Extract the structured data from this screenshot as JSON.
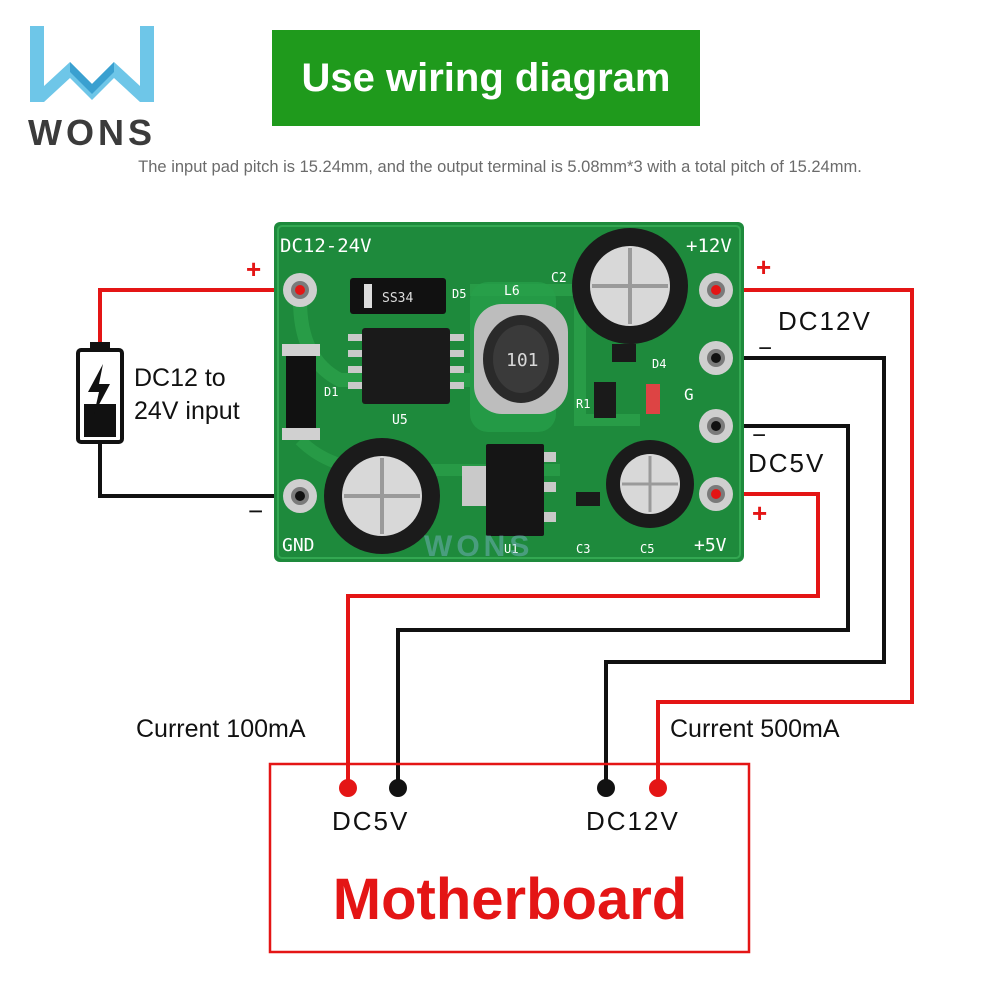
{
  "brand": {
    "logo_text": "WONS",
    "logo_icon": "wons-w-logo",
    "accent": "#6ec6e8"
  },
  "header": {
    "title": "Use wiring diagram",
    "title_bg": "#1f9a1c",
    "subtitle": "The input pad pitch is 15.24mm, and the output terminal is 5.08mm*3 with a total pitch of 15.24mm."
  },
  "board": {
    "label_input": "DC12-24V",
    "label_gnd": "GND",
    "label_out12": "+12V",
    "label_out5": "+5V",
    "label_g": "G",
    "components": {
      "d5": "D5",
      "ss34": "SS34",
      "l6": "L6",
      "inductor": "101",
      "c2": "C2",
      "u5": "U5",
      "r1": "R1",
      "d4": "D4",
      "d1": "D1",
      "u1": "U1",
      "c3": "C3",
      "c5": "C5"
    },
    "watermark": "WONS",
    "pcb_color": "#1e8a3c"
  },
  "input": {
    "battery_icon": "battery-charge-icon",
    "label_line1": "DC12 to",
    "label_line2": "24V input",
    "plus": "+",
    "minus": "−"
  },
  "outputs": {
    "dc12_label": "DC12V",
    "dc5_label": "DC5V",
    "plus": "+",
    "minus": "−"
  },
  "motherboard": {
    "title": "Motherboard",
    "dc5_label": "DC5V",
    "dc12_label": "DC12V",
    "current_5v": "Current 100mA",
    "current_12v": "Current 500mA"
  },
  "colors": {
    "red_wire": "#e41515",
    "black_wire": "#111111"
  }
}
